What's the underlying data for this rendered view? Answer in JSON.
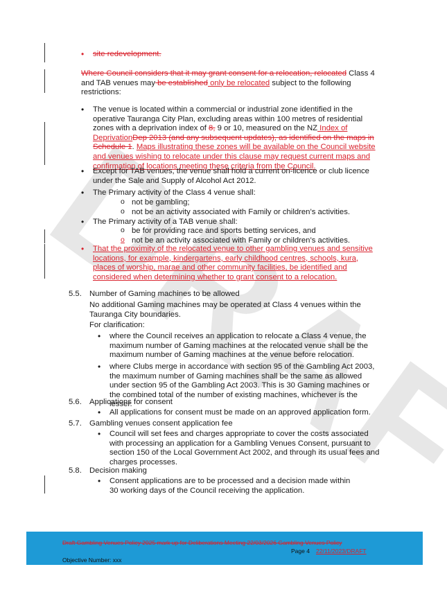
{
  "watermark": "DRAFT",
  "top_bullet": "site redevelopment.",
  "intro": {
    "del1": "Where Council considers that it may grant consent for a relocation, relocated",
    "t1": " Class 4 and TAB venues may",
    "del2": " be established",
    "ins1": " only be relocated",
    "t2": " subject to the following restrictions:"
  },
  "bullet1": {
    "t1": "The venue is located within a commercial or industrial zone identified in the operative Tauranga City Plan, excluding areas within 100 metres of residential zones with a deprivation index of ",
    "del1": "8,",
    "t2": " 9 or 10, measured on the NZ",
    "ins1": " Index of Deprivation",
    "del2": "Dep 2013 (and any subsequent updates), as identified on the maps in Schedule 1",
    "t3": ". ",
    "ins2": "Maps illustrating these zones will be available on the Council website and venues wishing to relocate under this clause may request current maps and confirmation of locations meeting these criteria from the Council."
  },
  "bullet2": "Except for TAB venues, the venue shall hold a current on-licence or club licence under the Sale and Supply of Alcohol Act 2012.",
  "bullet3": {
    "text": "The Primary activity of the Class 4 venue shall:",
    "subs": [
      "not be gambling;",
      "not be an activity associated with Family or children’s activities."
    ]
  },
  "bullet4": {
    "text": "The Primary activity of a TAB venue shall:",
    "subs": [
      "be for providing race and sports betting services, and",
      "not be an activity associated with Family or children’s activities."
    ]
  },
  "bullet5": "That the proximity of the relocated venue to other gambling venues and sensitive locations, for example, kindergartens, early childhood centres, schools, kura, places of worship, marae and other community facilities, be identified and considered when determining whether to grant consent to a relocation.",
  "s55": {
    "num": "5.5.",
    "heading": "Number of Gaming machines to be allowed",
    "para": "No additional Gaming machines may be operated at Class 4 venues within the Tauranga City boundaries.",
    "clar": "For clarification:",
    "b1": "where the Council receives an application to relocate a Class 4 venue, the maximum number of Gaming machines at the relocated venue shall be the maximum number of Gaming machines at the venue before relocation.",
    "b2": "where Clubs merge in accordance with section 95 of the Gambling Act 2003, the maximum number of Gaming machines shall be the same as allowed under section 95 of the Gambling Act 2003. This is 30 Gaming machines or the combined total of the number of existing machines, whichever is the lesser."
  },
  "s56": {
    "num": "5.6.",
    "heading": "Applications for consent",
    "b1": "All applications for consent must be made on an approved application form."
  },
  "s57": {
    "num": "5.7.",
    "heading": "Gambling venues consent application fee",
    "b1": "Council will set fees and charges appropriate to cover the costs associated with processing an application for a Gambling Venues Consent, pursuant to section 150 of the Local Government Act 2002, and through its usual fees and charges processes."
  },
  "s58": {
    "num": "5.8.",
    "heading": "Decision making",
    "b1": "Consent applications are to be processed and a decision made within 30 working days of the Council receiving the application."
  },
  "footer": {
    "doc_title": "Draft Gambling Venues Policy 2025 mark up for Deliberations Meeting 22/03/2026 Gambling Venues Policy",
    "page": "Page 4",
    "revision": "22/11/2023/DRAFT",
    "objective": "Objective Number: xxx"
  },
  "colors": {
    "revision": "#d9232e",
    "footer": "#1e9ad6"
  }
}
